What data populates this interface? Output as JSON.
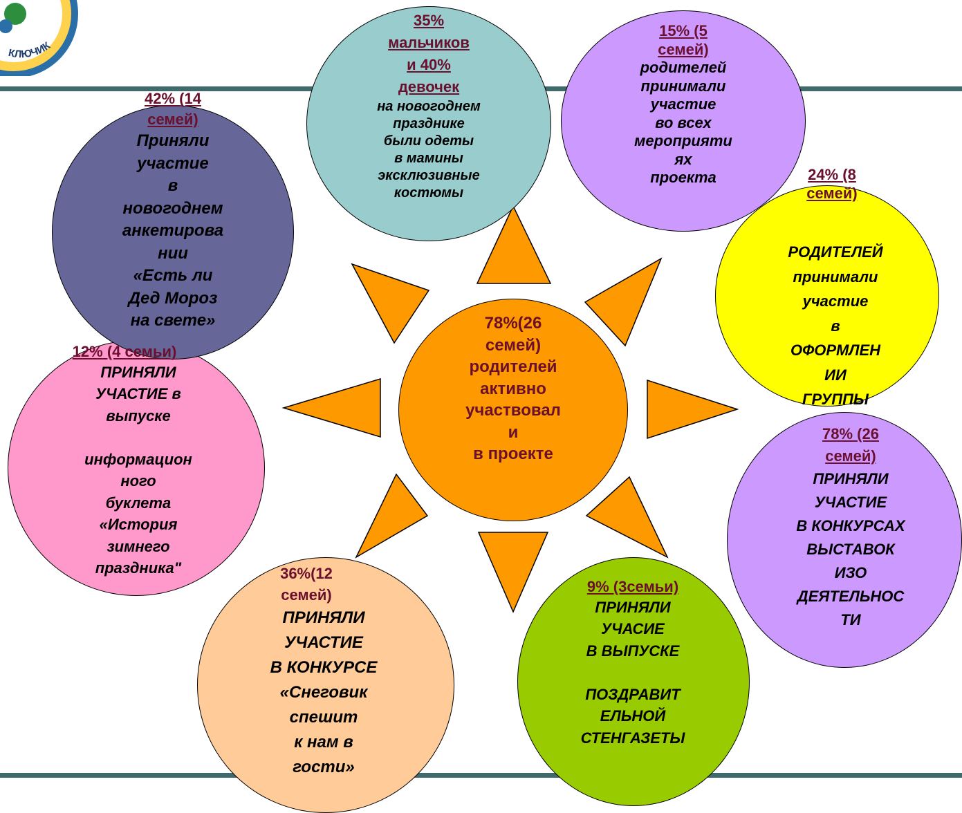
{
  "colors": {
    "bar": "#3e6a6b",
    "ray": "#ff9900",
    "header_text": "#6b0f2e",
    "bubble_navy": "#666699",
    "bubble_teal": "#99cccc",
    "bubble_violet": "#cc99ff",
    "bubble_yellow": "#ffff00",
    "bubble_orange": "#ff9900",
    "bubble_pink": "#ff99cc",
    "bubble_peach": "#ffcc99",
    "bubble_green": "#99cc00",
    "bubble_lilac": "#cc99ff"
  },
  "logo": {
    "text": "КЛЮЧИК"
  },
  "center": {
    "text": "78%(26\nсемей)\nродителей\nактивно\nучаствовал\nи\nв проекте"
  },
  "bubbles": {
    "new_year_survey": {
      "header": "42% (14\nсемей)",
      "body": "Приняли\nучастие\nв\nновогоднем\nанкетирова\nнии\n«Есть ли\nДед Мороз\nна свете»"
    },
    "costumes": {
      "header": "35%\nмальчиков\n и 40%\nдевочек",
      "body": "на новогоднем\nпразднике\nбыли одеты\nв мамины\nэксклюзивные\nкостюмы"
    },
    "all_events": {
      "header": "15% (5\nсемей)",
      "body": "родителей\nпринимали\nучастие\nво всех\nмероприяти\nях\nпроекта"
    },
    "group_design": {
      "header": "24% (8\nсемей)",
      "body": "РОДИТЕЛЕЙ\nпринимали\nучастие\nв\nОФОРМЛЕН\nИИ\nГРУППЫ"
    },
    "booklet": {
      "header": "12% (4 семьи)",
      "body": "ПРИНЯЛИ\nУЧАСТИЕ в\nвыпуске\n\nинформацион\nного\nбуклета\n«История\nзимнего\nпраздника\""
    },
    "contests": {
      "header": "78% (26\nсемей)",
      "body": "ПРИНЯЛИ\nУЧАСТИЕ\nВ КОНКУРСАХ\nВЫСТАВОК\nИЗО\nДЕЯТЕЛЬНОС\nТИ"
    },
    "snowman": {
      "header": "36%(12\nсемей)",
      "body": "ПРИНЯЛИ\nУЧАСТИЕ\nВ КОНКУРСЕ\n«Снеговик\nспешит\nк нам в\nгости»"
    },
    "wall_newspaper": {
      "header": "9% (3семьи)",
      "body": "ПРИНЯЛИ\nУЧАСИЕ\nВ ВЫПУСКЕ\n\nПОЗДРАВИТ\nЕЛЬНОЙ\nСТЕНГАЗЕТЫ"
    }
  }
}
